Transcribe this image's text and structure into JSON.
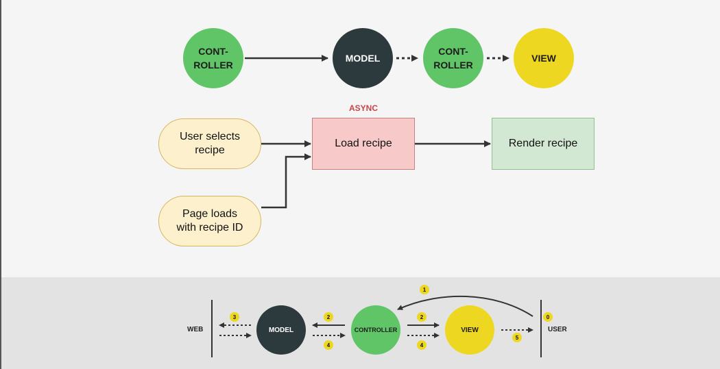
{
  "top_flow": {
    "controller_1": "CONT-\nROLLER",
    "model": "MODEL",
    "controller_2": "CONT-\nROLLER",
    "view": "VIEW"
  },
  "middle_flow": {
    "async_label": "ASYNC",
    "user_selects": "User selects\nrecipe",
    "page_loads": "Page loads\nwith recipe ID",
    "load_recipe": "Load recipe",
    "render_recipe": "Render recipe"
  },
  "bottom_flow": {
    "web_label": "WEB",
    "user_label": "USER",
    "model": "MODEL",
    "controller": "CONTROLLER",
    "view": "VIEW",
    "badges": {
      "b0": "0",
      "b1": "1",
      "b2a": "2",
      "b2b": "2",
      "b3": "3",
      "b4a": "4",
      "b4b": "4",
      "b5": "5"
    }
  },
  "colors": {
    "controller_green": "#5fc566",
    "model_dark": "#2d3a3d",
    "view_yellow": "#eed721",
    "async_red": "#c94444",
    "load_box": "#f8c9c9",
    "render_box": "#d3e8d2",
    "event_pill": "#fcf1cc"
  }
}
